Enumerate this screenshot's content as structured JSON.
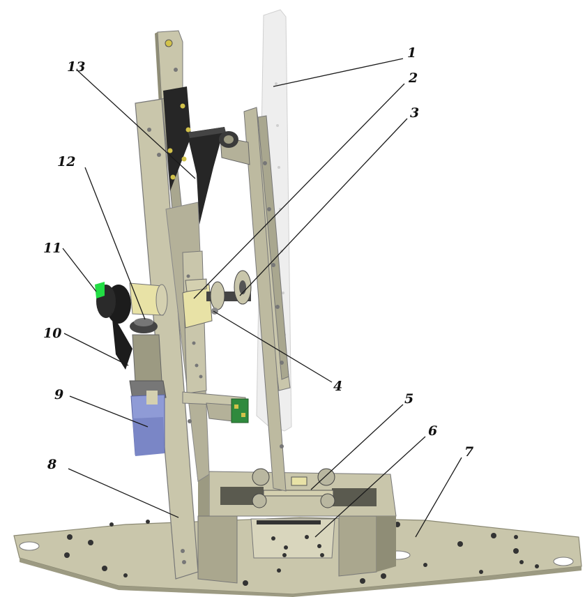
{
  "callouts": [
    {
      "id": "1",
      "label": "1"
    },
    {
      "id": "2",
      "label": "2"
    },
    {
      "id": "3",
      "label": "3"
    },
    {
      "id": "4",
      "label": "4"
    },
    {
      "id": "5",
      "label": "5"
    },
    {
      "id": "6",
      "label": "6"
    },
    {
      "id": "7",
      "label": "7"
    },
    {
      "id": "8",
      "label": "8"
    },
    {
      "id": "9",
      "label": "9"
    },
    {
      "id": "10",
      "label": "10"
    },
    {
      "id": "11",
      "label": "11"
    },
    {
      "id": "12",
      "label": "12"
    },
    {
      "id": "13",
      "label": "13"
    }
  ],
  "colors": {
    "metal": "#c9c6ab",
    "metal_dark": "#9c9a82",
    "metal_shadow": "#6f6e5c",
    "panel": "#eeeeee",
    "bracket": "#262626",
    "motor": "#8f9bd6",
    "pcb": "#2f8a3d",
    "connector": "#22dd44",
    "pulley": "#1c1c1c",
    "gear_yellow": "#e8e2a6"
  }
}
